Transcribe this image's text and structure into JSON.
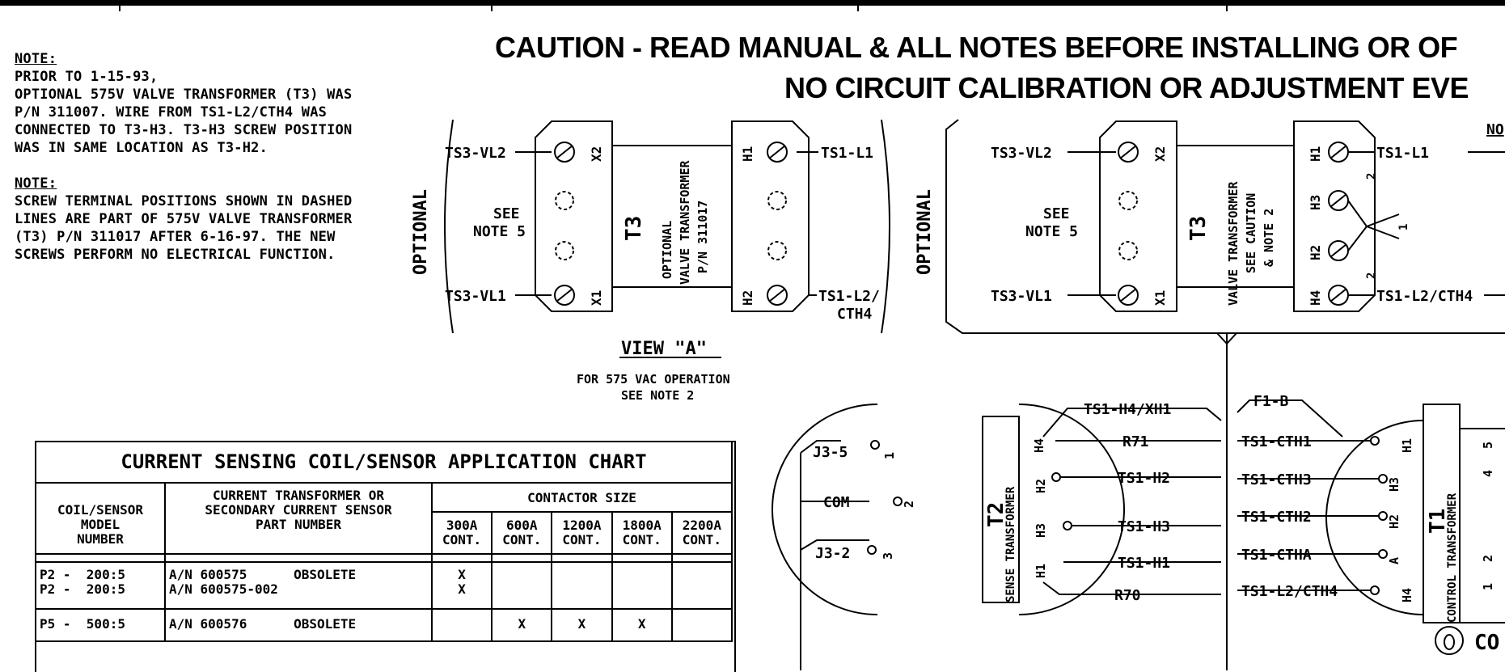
{
  "notes": {
    "note1_heading": "NOTE:",
    "note1_lines": [
      "PRIOR TO 1-15-93,",
      "OPTIONAL 575V VALVE TRANSFORMER (T3) WAS",
      "P/N 311007. WIRE FROM TS1-L2/CTH4 WAS",
      "CONNECTED TO T3-H3. T3-H3 SCREW POSITION",
      "WAS IN SAME LOCATION AS T3-H2."
    ],
    "note2_heading": "NOTE:",
    "note2_lines": [
      "SCREW TERMINAL POSITIONS SHOWN IN DASHED",
      "LINES ARE PART OF 575V VALVE TRANSFORMER",
      "(T3) P/N 311017 AFTER 6-16-97. THE NEW",
      "SCREWS PERFORM NO ELECTRICAL FUNCTION."
    ]
  },
  "caution": {
    "line1": "CAUTION - READ MANUAL & ALL NOTES BEFORE INSTALLING OR OF",
    "line2": "NO CIRCUIT CALIBRATION OR ADJUSTMENT EVE"
  },
  "view_a": {
    "optional_left": "OPTIONAL",
    "optional_right": "OPTIONAL",
    "ts3_vl2": "TS3-VL2",
    "ts3_vl1": "TS3-VL1",
    "see_note": "SEE",
    "note5": "NOTE 5",
    "x2": "X2",
    "x1": "X1",
    "h1": "H1",
    "h2": "H2",
    "t3": "T3",
    "xfmr_l1": "OPTIONAL",
    "xfmr_l2": "VALVE TRANSFORMER",
    "xfmr_l3": "P/N 311017",
    "ts1_l1": "TS1-L1",
    "ts1_l2": "TS1-L2/",
    "cth4": "CTH4",
    "view_title": "VIEW \"A\"",
    "for_575": "FOR 575 VAC OPERATION",
    "see_note2": "SEE NOTE 2"
  },
  "main_t3": {
    "ts3_vl2": "TS3-VL2",
    "ts3_vl1": "TS3-VL1",
    "see": "SEE",
    "note5": "NOTE 5",
    "x2": "X2",
    "x1": "X1",
    "t3": "T3",
    "l1": "VALVE TRANSFORMER",
    "l2": "SEE CAUTION",
    "l3": "& NOTE 2",
    "h1": "H1",
    "h3": "H3",
    "h2": "H2",
    "h4": "H4",
    "ts1_l1": "TS1-L1",
    "ts1_l2cth4": "TS1-L2/CTH4",
    "n2a": "2",
    "n1": "1",
    "n2b": "2",
    "no_partial": "NO"
  },
  "t2": {
    "j3_5": "J3-5",
    "com": "COM",
    "j3_2": "J3-2",
    "p1": "1",
    "p2": "2",
    "p3": "3",
    "title": "T2",
    "sub": "SENSE TRANSFORMER",
    "h4": "H4",
    "h2": "H2",
    "h3": "H3",
    "h1": "H1",
    "ts1_h4xh1": "TS1-H4/XH1",
    "r71": "R71",
    "ts1_h2": "TS1-H2",
    "ts1_h3": "TS1-H3",
    "ts1_h1": "TS1-H1",
    "r70": "R70"
  },
  "t1": {
    "f1b": "F1-B",
    "cth1": "TS1-CTH1",
    "cth3": "TS1-CTH3",
    "cth2": "TS1-CTH2",
    "ctha": "TS1-CTHA",
    "l2cth4": "TS1-L2/CTH4",
    "h1": "H1",
    "h3": "H3",
    "h2": "H2",
    "a": "A",
    "h4": "H4",
    "title": "T1",
    "sub": "CONTROL TRANSFORMER",
    "p5": "5",
    "p4": "4",
    "p2": "2",
    "p1": "1",
    "co": "CO"
  },
  "table": {
    "title": "CURRENT SENSING COIL/SENSOR APPLICATION CHART",
    "h_coil": [
      "COIL/SENSOR",
      "MODEL",
      "NUMBER"
    ],
    "h_part": [
      "CURRENT TRANSFORMER OR",
      "SECONDARY CURRENT SENSOR",
      "PART NUMBER"
    ],
    "h_contactor": "CONTACTOR SIZE",
    "sizes": [
      [
        "300A",
        "CONT."
      ],
      [
        "600A",
        "CONT."
      ],
      [
        "1200A",
        "CONT."
      ],
      [
        "1800A",
        "CONT."
      ],
      [
        "2200A",
        "CONT."
      ]
    ],
    "rows": [
      {
        "model": [
          "P2 -  200:5",
          "P2 -  200:5"
        ],
        "part": [
          "A/N 600575      OBSOLETE",
          "A/N 600575-002"
        ],
        "marks": [
          [
            "X",
            "X"
          ],
          [],
          [],
          [],
          []
        ]
      },
      {
        "model": [
          "P5 -  500:5",
          ""
        ],
        "part": [
          "A/N 600576      OBSOLETE",
          ""
        ],
        "marks": [
          [],
          [
            "X"
          ],
          [
            "X"
          ],
          [
            "X"
          ],
          []
        ]
      }
    ]
  }
}
